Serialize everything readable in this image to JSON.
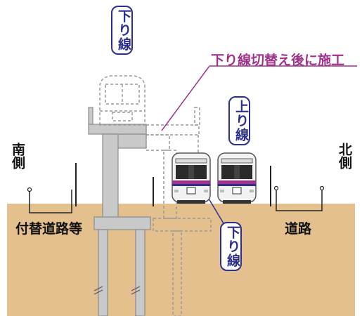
{
  "labels": {
    "down_line_top": "下り線",
    "up_line": "上り線",
    "down_line_bottom": "下り線",
    "south_side": "南側",
    "north_side": "北側",
    "detour_road": "付替道路等",
    "road": "道路",
    "annotation": "下り線切替え後に施工"
  },
  "colors": {
    "ground": "#e3c08e",
    "structure": "#c9c9c9",
    "structure_edge": "#8c8c8c",
    "label_blue": "#2c2f8f",
    "annotation_magenta": "#a0328c",
    "train_body": "#f2f2f2",
    "train_stripe": "#a0328c",
    "train_blue": "#2c2f8f"
  }
}
